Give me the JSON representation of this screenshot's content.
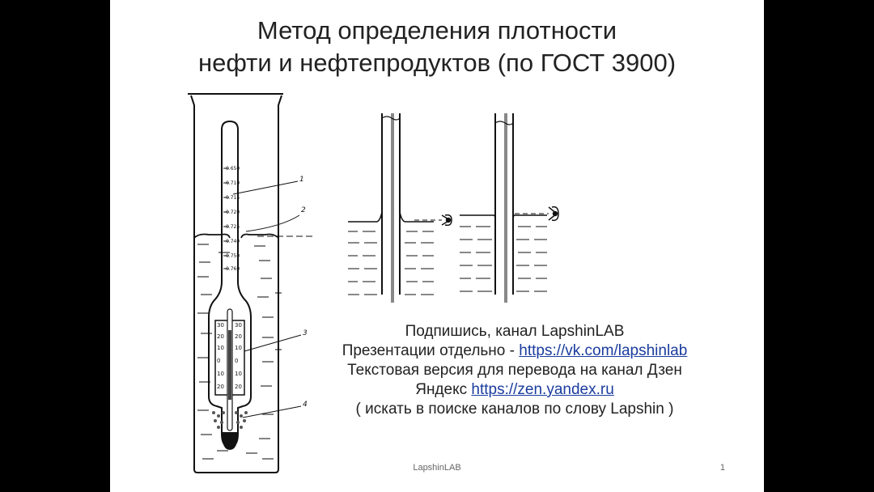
{
  "slide": {
    "title_line1": "Метод определения плотности",
    "title_line2": "нефти и нефтепродуктов (по ГОСТ 3900)",
    "info": {
      "line1": "Подпишись, канал LapshinLAB",
      "line2_prefix": "Презентации отдельно - ",
      "line2_link": "https://vk.com/lapshinlab",
      "line3": "Текстовая версия для перевода на канал Дзен",
      "line4_prefix": "Яндекс ",
      "line4_link": "https://zen.yandex.ru",
      "line5": "( искать в поиске каналов по слову Lapshin )"
    },
    "footer": {
      "center": "LapshinLAB",
      "page_number": "1"
    }
  },
  "figure": {
    "callouts": [
      "1",
      "2",
      "3",
      "4"
    ],
    "scale_labels": [
      "0.650",
      "0.710",
      "0.715",
      "0.720",
      "0.725",
      "0.740",
      "0.750",
      "0.760"
    ],
    "thermo_left": [
      "30",
      "20",
      "10",
      "0",
      "10",
      "20"
    ],
    "thermo_right": [
      "30",
      "20",
      "10",
      "0",
      "10",
      "20"
    ]
  }
}
